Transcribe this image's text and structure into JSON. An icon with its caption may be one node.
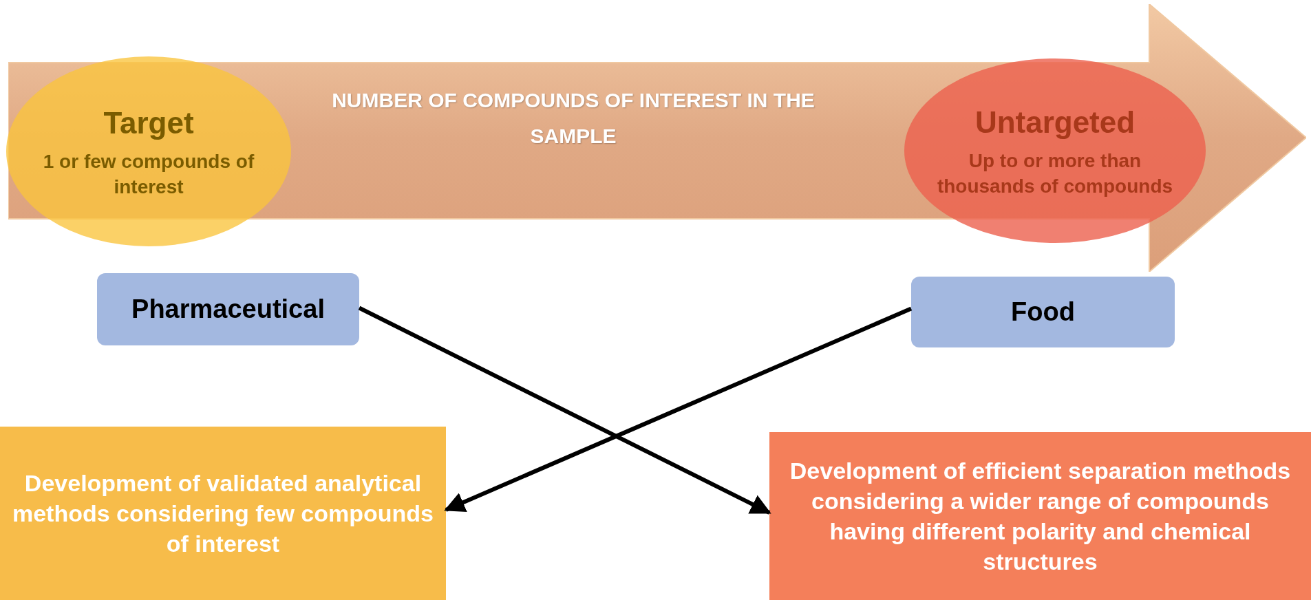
{
  "diagram": {
    "nodes": [
      {
        "text": [
          "NUMBER OF COMPOUNDS OF INTEREST IN THE SAMPLE"
        ]
      },
      {
        "text": [
          "Target",
          "1 or few compounds of interest"
        ],
        "in": 0
      },
      {
        "text": [
          "Untargeted",
          "Up to or more than thousands of compounds"
        ],
        "in": 0
      },
      {
        "text": [
          "Pharmaceutical"
        ]
      },
      {
        "text": [
          "Food"
        ]
      },
      {
        "text": [
          "Development of validated analytical methods considering few compounds of interest"
        ]
      },
      {
        "text": [
          "Development of efficient separation methods considering a wider range of compounds having different polarity and chemical structures"
        ]
      }
    ],
    "edges": [
      {
        "from": 3,
        "to": 6,
        "arrow": "to"
      },
      {
        "from": 4,
        "to": 5,
        "arrow": "to"
      }
    ]
  }
}
